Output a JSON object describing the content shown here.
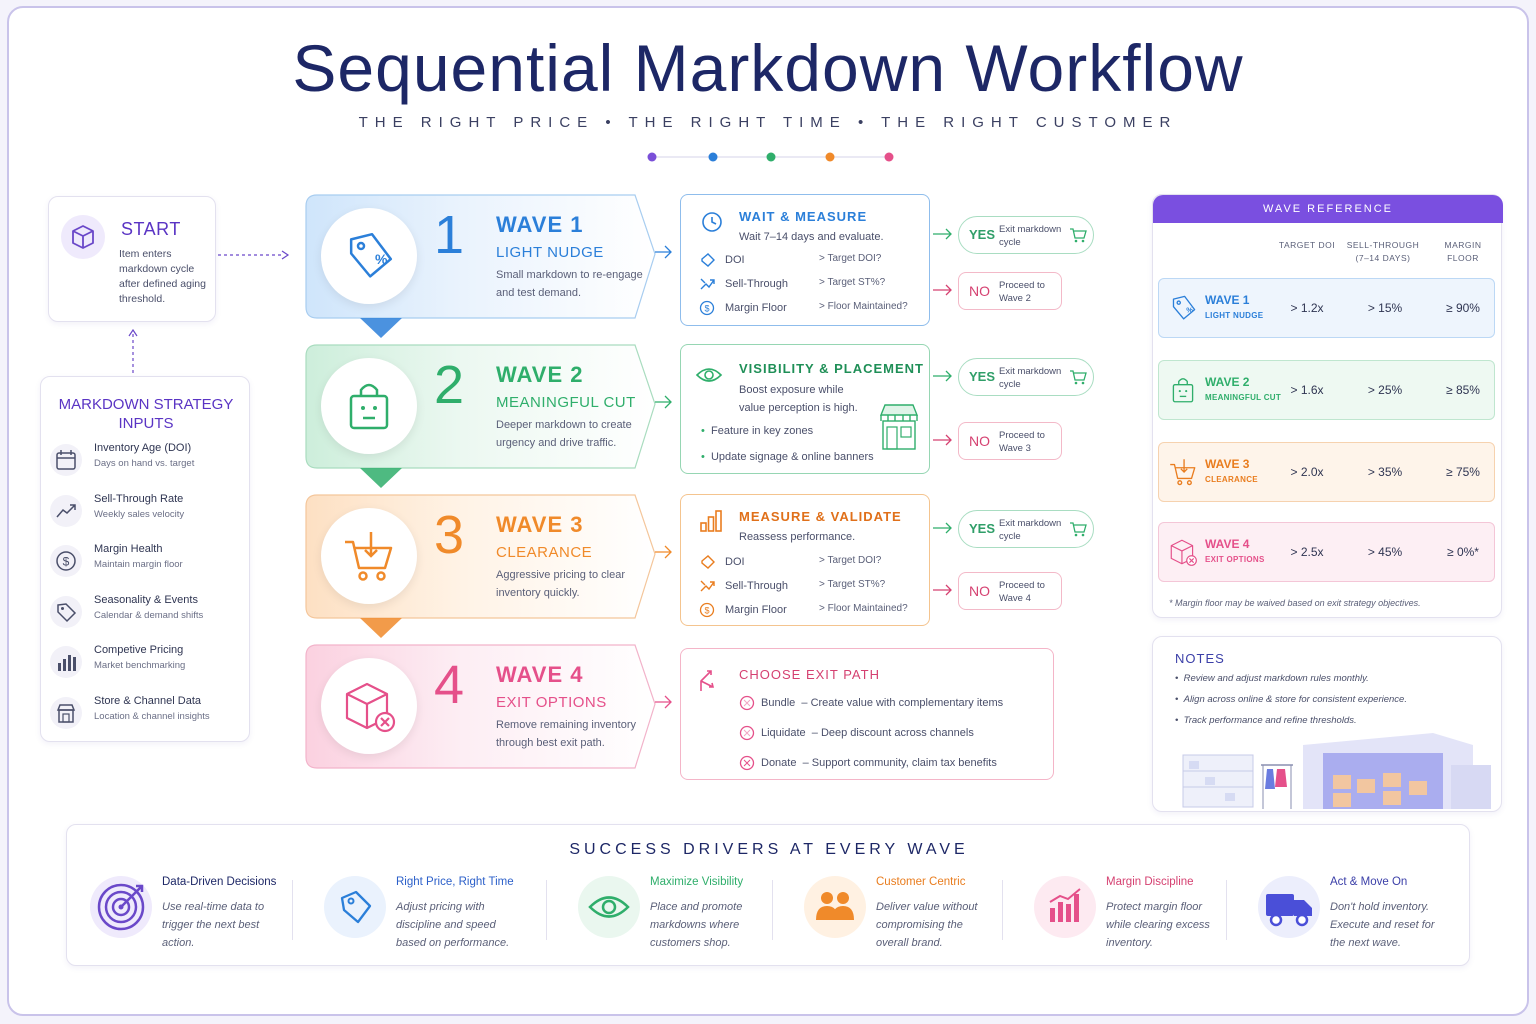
{
  "title": "Sequential Markdown Workflow",
  "subtitle": "THE RIGHT PRICE  •  THE RIGHT TIME  •  THE RIGHT CUSTOMER",
  "dot_colors": [
    "#7a4fd8",
    "#2b7fd9",
    "#2fae6b",
    "#f08a2a",
    "#e5508a"
  ],
  "start": {
    "title": "START",
    "desc": "Item enters markdown cycle after defined aging threshold."
  },
  "inputs": {
    "title": "MARKDOWN STRATEGY INPUTS",
    "items": [
      {
        "title": "Inventory Age (DOI)",
        "desc": "Days on hand vs. target",
        "icon": "calendar-icon"
      },
      {
        "title": "Sell-Through Rate",
        "desc": "Weekly sales velocity",
        "icon": "trend-icon"
      },
      {
        "title": "Margin Health",
        "desc": "Maintain margin floor",
        "icon": "dollar-icon"
      },
      {
        "title": "Seasonality & Events",
        "desc": "Calendar & demand shifts",
        "icon": "tag-icon"
      },
      {
        "title": "Competive Pricing",
        "desc": "Market benchmarking",
        "icon": "bar-chart-icon"
      },
      {
        "title": "Store & Channel Data",
        "desc": "Location & channel insights",
        "icon": "store-icon"
      }
    ]
  },
  "waves": [
    {
      "num": "1",
      "title": "WAVE 1",
      "sub": "LIGHT NUDGE",
      "desc": "Small markdown to re-engage and test demand.",
      "color": "#2b7fd9",
      "icon": "price-tag-icon"
    },
    {
      "num": "2",
      "title": "WAVE 2",
      "sub": "MEANINGFUL CUT",
      "desc": "Deeper markdown to create urgency and drive traffic.",
      "color": "#2fae6b",
      "icon": "shopping-bag-icon"
    },
    {
      "num": "3",
      "title": "WAVE 3",
      "sub": "CLEARANCE",
      "desc": "Aggressive pricing to clear inventory quickly.",
      "color": "#f08a2a",
      "icon": "cart-icon"
    },
    {
      "num": "4",
      "title": "WAVE 4",
      "sub": "EXIT OPTIONS",
      "desc": "Remove remaining inventory through best exit path.",
      "color": "#e5508a",
      "icon": "box-exit-icon"
    }
  ],
  "panels": {
    "p1": {
      "title": "WAIT & MEASURE",
      "desc": "Wait 7–14 days and evaluate.",
      "rows": [
        {
          "label": "DOI",
          "check": "> Target DOI?"
        },
        {
          "label": "Sell-Through",
          "check": "> Target ST%?"
        },
        {
          "label": "Margin Floor",
          "check": "> Floor Maintained?"
        }
      ]
    },
    "p2": {
      "title": "VISIBILITY & PLACEMENT",
      "desc": "Boost exposure while value perception is high.",
      "bullets": [
        "Feature in key zones",
        "Update signage & online banners"
      ]
    },
    "p3": {
      "title": "MEASURE & VALIDATE",
      "desc": "Reassess performance.",
      "rows": [
        {
          "label": "DOI",
          "check": "> Target DOI?"
        },
        {
          "label": "Sell-Through",
          "check": "> Target ST%?"
        },
        {
          "label": "Margin Floor",
          "check": "> Floor Maintained?"
        }
      ]
    },
    "p4": {
      "title": "CHOOSE EXIT PATH",
      "options": [
        {
          "label": "Bundle",
          "desc": "– Create value with complementary items"
        },
        {
          "label": "Liquidate",
          "desc": "– Deep discount across channels"
        },
        {
          "label": "Donate",
          "desc": "– Support community, claim tax benefits"
        }
      ]
    }
  },
  "decisions": [
    {
      "yes": "YES",
      "yes_text": "Exit markdown cycle",
      "no": "NO",
      "no_text": "Proceed to Wave 2"
    },
    {
      "yes": "YES",
      "yes_text": "Exit markdown cycle",
      "no": "NO",
      "no_text": "Proceed to Wave 3"
    },
    {
      "yes": "YES",
      "yes_text": "Exit markdown cycle",
      "no": "NO",
      "no_text": "Proceed to Wave 4"
    }
  ],
  "reference": {
    "title": "WAVE REFERENCE",
    "headers": [
      "TARGET DOI",
      "SELL-THROUGH (7–14 DAYS)",
      "MARGIN FLOOR"
    ],
    "rows": [
      {
        "name": "WAVE 1",
        "sub": "LIGHT NUDGE",
        "doi": "> 1.2x",
        "st": "> 15%",
        "mf": "≥ 90%",
        "color": "#2b7fd9",
        "bg": "#eef5fd",
        "border": "#bcd8f5"
      },
      {
        "name": "WAVE 2",
        "sub": "MEANINGFUL CUT",
        "doi": "> 1.6x",
        "st": "> 25%",
        "mf": "≥ 85%",
        "color": "#2fae6b",
        "bg": "#eef9f2",
        "border": "#bfe6cf"
      },
      {
        "name": "WAVE 3",
        "sub": "CLEARANCE",
        "doi": "> 2.0x",
        "st": "> 35%",
        "mf": "≥ 75%",
        "color": "#e97d1f",
        "bg": "#fef4ea",
        "border": "#f6d2af"
      },
      {
        "name": "WAVE 4",
        "sub": "EXIT OPTIONS",
        "doi": "> 2.5x",
        "st": "> 45%",
        "mf": "≥ 0%*",
        "color": "#e5508a",
        "bg": "#fdeff4",
        "border": "#f4c6d7"
      }
    ],
    "footnote": "* Margin floor may be waived based on exit strategy objectives."
  },
  "notes": {
    "title": "NOTES",
    "items": [
      "Review and adjust markdown rules monthly.",
      "Align across online & store for consistent experience.",
      "Track performance and refine thresholds."
    ]
  },
  "drivers": {
    "title": "SUCCESS DRIVERS AT EVERY WAVE",
    "items": [
      {
        "title": "Data-Driven Decisions",
        "desc": "Use real-time data to trigger the next best action.",
        "color": "#1d2766",
        "icon": "target-icon"
      },
      {
        "title": "Right Price, Right Time",
        "desc": "Adjust pricing with discipline and speed based on performance.",
        "color": "#2b5fc9",
        "icon": "price-tag-icon"
      },
      {
        "title": "Maximize Visibility",
        "desc": "Place and promote markdowns where customers shop.",
        "color": "#2fae6b",
        "icon": "eye-icon"
      },
      {
        "title": "Customer Centric",
        "desc": "Deliver value without compromising the overall brand.",
        "color": "#e97d1f",
        "icon": "people-icon"
      },
      {
        "title": "Margin Discipline",
        "desc": "Protect margin floor while clearing excess inventory.",
        "color": "#d54171",
        "icon": "bar-chart-icon"
      },
      {
        "title": "Act & Move On",
        "desc": "Don't hold inventory. Execute and reset for the next wave.",
        "color": "#3b3fa8",
        "icon": "truck-icon"
      }
    ]
  }
}
